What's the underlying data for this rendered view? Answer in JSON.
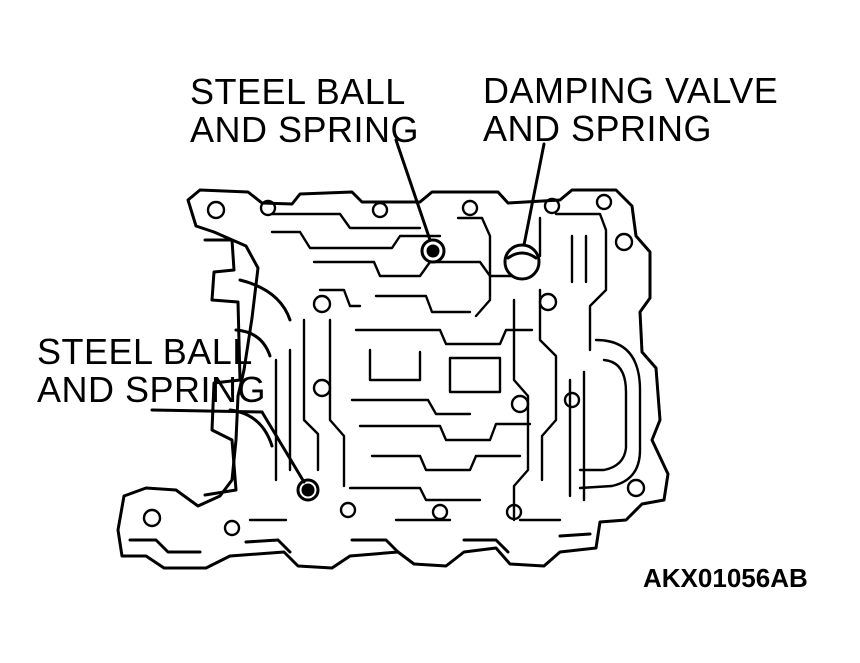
{
  "callouts": {
    "steel_ball_top": {
      "line1": "STEEL BALL",
      "line2": "AND SPRING"
    },
    "damping_valve": {
      "line1": "DAMPING VALVE",
      "line2": "AND SPRING"
    },
    "steel_ball_left": {
      "line1": "STEEL BALL",
      "line2": "AND SPRING"
    }
  },
  "figure_id": "AKX01056AB",
  "colors": {
    "ink": "#000000",
    "paper": "#ffffff"
  }
}
